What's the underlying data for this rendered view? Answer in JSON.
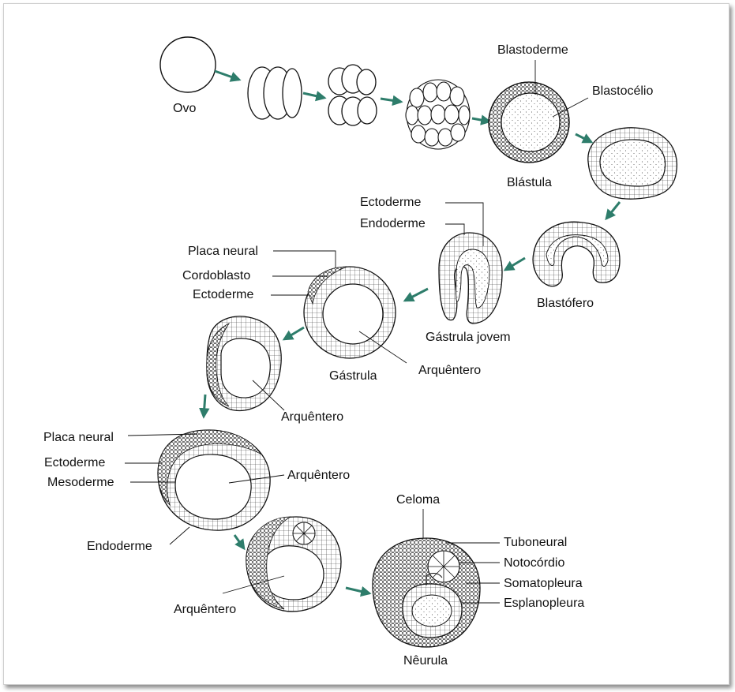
{
  "colors": {
    "arrow": "#2e7d6b",
    "line": "#111111"
  },
  "labels": {
    "ovo": "Ovo",
    "blastoderme": "Blastoderme",
    "blastocelio": "Blastocélio",
    "blastula": "Blástula",
    "ectoderme_gj": "Ectoderme",
    "endoderme_gj": "Endoderme",
    "blastofero": "Blastófero",
    "gastrula_jovem": "Gástrula jovem",
    "placa_neural_g": "Placa neural",
    "cordoblasto": "Cordoblasto",
    "ectoderme_g": "Ectoderme",
    "gastrula": "Gástrula",
    "arquentero_g1": "Arquêntero",
    "arquentero_g2": "Arquêntero",
    "placa_neural_n": "Placa neural",
    "ectoderme_n": "Ectoderme",
    "mesoderme_n": "Mesoderme",
    "arquentero_n1": "Arquêntero",
    "endoderme_n": "Endoderme",
    "celoma": "Celoma",
    "tuboneural": "Tuboneural",
    "notocordio": "Notocórdio",
    "somatopleura": "Somatopleura",
    "esplanopleura": "Esplanopleura",
    "arquentero_n2": "Arquêntero",
    "neurula": "Nêurula"
  }
}
